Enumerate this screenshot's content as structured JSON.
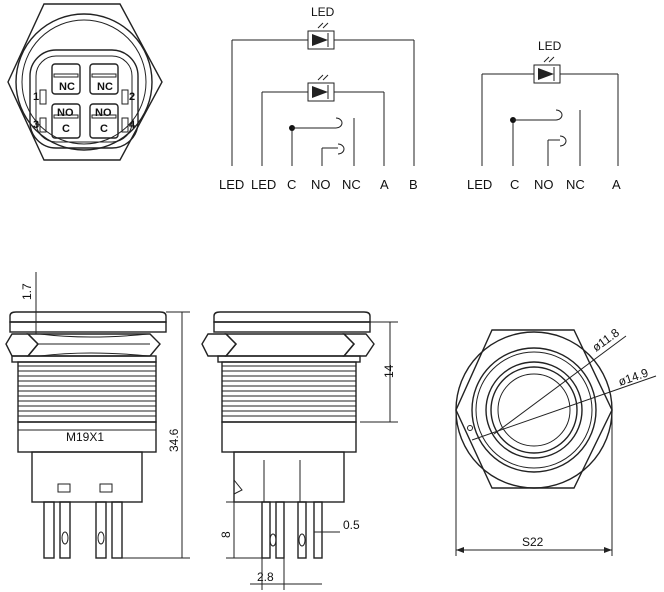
{
  "schematic_a": {
    "led_label": "LED",
    "terminals": [
      "LED",
      "LED",
      "C",
      "NO",
      "NC",
      "A",
      "B"
    ]
  },
  "schematic_b": {
    "led_label": "LED",
    "terminals": [
      "LED",
      "C",
      "NO",
      "NC",
      "A"
    ]
  },
  "top_view": {
    "pins": [
      "NC",
      "NC",
      "NO",
      "C",
      "NO",
      "C",
      "1",
      "2",
      "3",
      "4"
    ]
  },
  "dimensions": {
    "d17": "1.7",
    "thread": "M19X1",
    "d346": "34.6",
    "d14": "14",
    "d8": "8",
    "d05": "0.5",
    "d28": "2.8",
    "d118": "ø11.8",
    "d149": "ø14.9",
    "s22": "S22"
  }
}
